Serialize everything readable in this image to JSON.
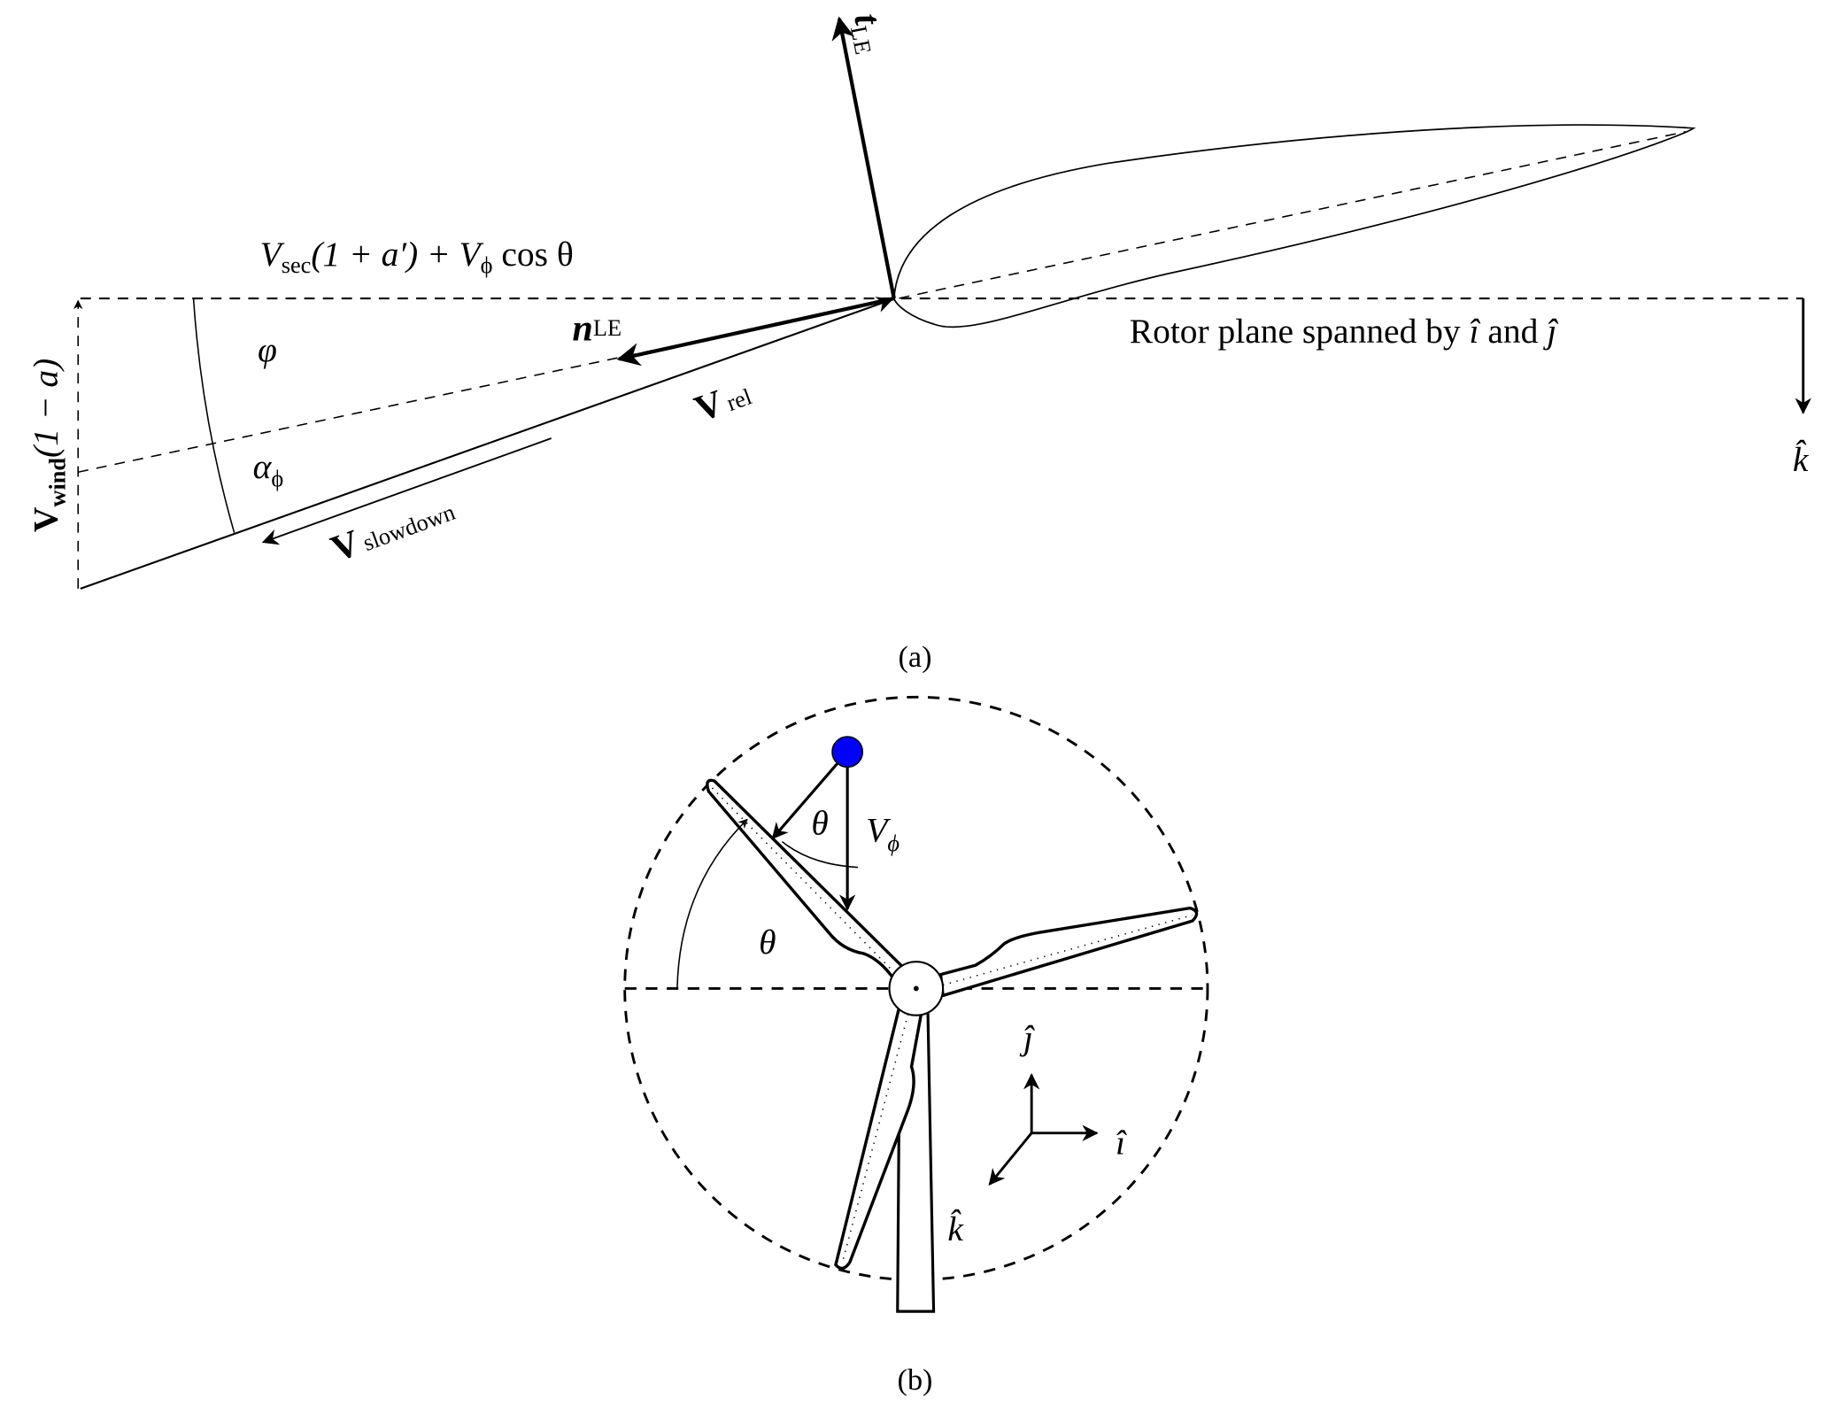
{
  "panel_a": {
    "caption": "(a)",
    "velocity_sum": {
      "v1": "V",
      "sub1": "sec",
      "mid": "(1 + a′) + V",
      "sub2": "ϕ",
      "end": " cos θ"
    },
    "phi": "φ",
    "alpha": {
      "main": "α",
      "sub": "ϕ"
    },
    "n_le": {
      "main": "n",
      "sub": "LE"
    },
    "t_le": {
      "main": "t",
      "sub": "LE"
    },
    "v_rel": {
      "main": "V",
      "sub": "rel"
    },
    "v_slowdown": {
      "main": "V",
      "sub": "slowdown"
    },
    "v_wind": {
      "main": "V",
      "sub": "wind",
      "end": "(1 − a)"
    },
    "rotor_plane": {
      "text": "Rotor plane spanned by ",
      "i": "î",
      "and": " and ",
      "j": "ĵ"
    },
    "k_hat": "k̂"
  },
  "panel_b": {
    "caption": "(b)",
    "theta_inner": "θ",
    "theta_outer": "θ",
    "v_phi": {
      "main": "V",
      "sub": "ϕ"
    },
    "i_hat": "î",
    "j_hat": "ĵ",
    "k_hat": "k̂",
    "point_color": "#0000ff"
  }
}
